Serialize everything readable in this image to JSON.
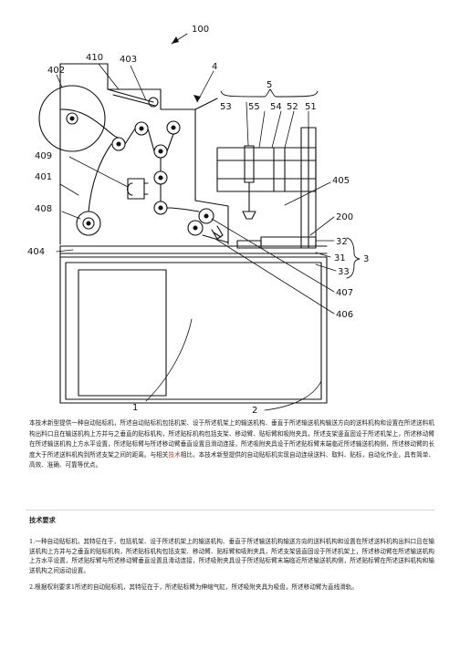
{
  "figure": {
    "labels": [
      "100",
      "410",
      "403",
      "4",
      "402",
      "5",
      "53",
      "55",
      "54",
      "52",
      "51",
      "409",
      "401",
      "408",
      "405",
      "200",
      "404",
      "32",
      "31",
      "3",
      "33",
      "407",
      "406",
      "1",
      "2"
    ]
  },
  "abstract": {
    "part1": "本技术新型提供一种自动贴标机，所述自动贴标机包括机架、设于所述机架上的输送机构、垂直于所述输送机构输送方向的送料机构和设置在所述送料机构出料口且在输送机构上方并与之垂直的贴标机构，所述贴标机构包括支架、移动臂、贴标臂和吸附夹具，所述支架竖直固设于所述机架上，所述移动臂在所述输送机构上方水平设置，所述贴标臂与所述移动臂垂直设置且滑动连接，所述吸附夹具设于所述贴标臂末端临近所述输送机构侧，所述移动臂的长度大于所述送料机构到所述支架之间的距离。与相关",
    "highlight": "技术",
    "part2": "相比，本技术新型提供的自动贴标机实现自动连续送料、取料、贴标，自动化作业，具有简单、高效、准确、可靠等优点。"
  },
  "claims": {
    "heading": "技术要求",
    "items": [
      "1.一种自动贴标机，其特征在于，包括机架、设于所述机架上的输送机构、垂直于所述输送机构输送方向的送料机构和设置在所述送料机构出料口且在输送机构上方并与之垂直的贴标机构，所述贴标机构包括支架、移动臂、贴标臂和吸附夹具，所述支架竖直固设于所述机架上，所述移动臂在所述输送机构上方水平设置，所述贴标臂与所述移动臂垂直设置且滑动连接，所述吸附夹具设于所述贴标臂末端临近所述输送机构侧，所述贴标臂在所述送料机构和输送机构之间运动设置。",
      "2.根据权利要求1所述的自动贴标机，其特征在于，所述贴标臂为伸缩气缸，所述吸附夹具为吸盘，所述移动臂为直线滑轨。"
    ]
  }
}
